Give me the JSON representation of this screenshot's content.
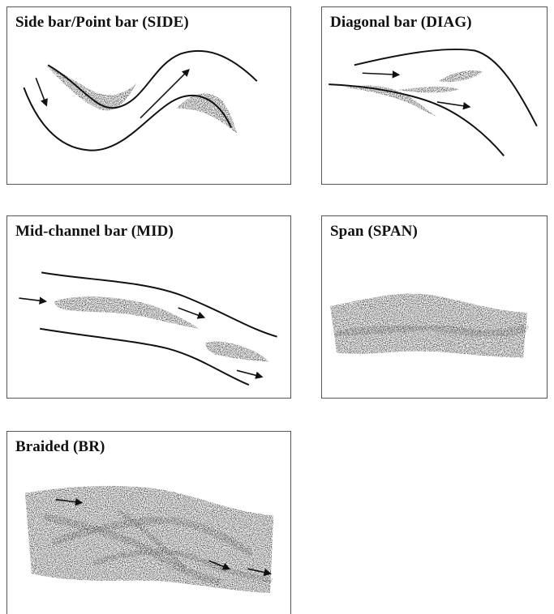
{
  "panels": {
    "side": {
      "title": "Side bar/Point bar (SIDE)"
    },
    "diag": {
      "title": "Diagonal bar (DIAG)"
    },
    "mid": {
      "title": "Mid-channel bar (MID)"
    },
    "span": {
      "title": "Span (SPAN)"
    },
    "br": {
      "title": "Braided (BR)"
    }
  },
  "colors": {
    "ink": "#111111",
    "border": "#555555",
    "background": "#ffffff"
  }
}
